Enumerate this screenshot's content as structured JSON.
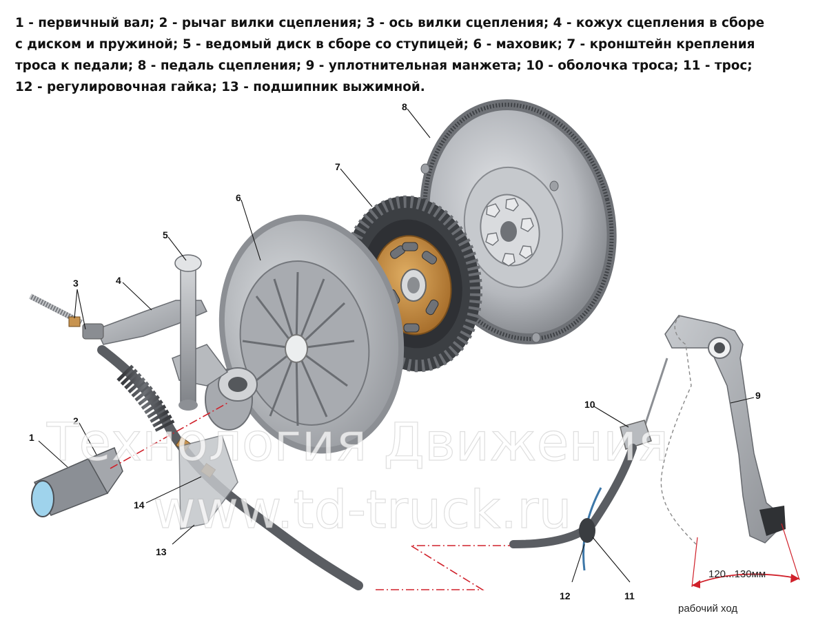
{
  "caption": {
    "lines": [
      "1 - первичный вал; 2 - рычаг вилки сцепления; 3 - ось вилки сцепления; 4 - кожух сцепления в сборе",
      "с диском и пружиной; 5 - ведомый диск в сборе со ступицей; 6 - маховик; 7 - кронштейн крепления",
      "троса к педали; 8 - педаль сцепления; 9 - уплотнительная манжета; 10 - оболочка троса; 11 - трос;",
      "12 - регулировочная гайка; 13 - подшипник выжимной."
    ]
  },
  "callouts": {
    "c1": "1",
    "c2": "2",
    "c3": "3",
    "c4": "4",
    "c5": "5",
    "c6": "6",
    "c7": "7",
    "c8": "8",
    "c9": "9",
    "c10": "10",
    "c11": "11",
    "c12": "12",
    "c13": "13",
    "c14": "14"
  },
  "dimension": {
    "range": "120...130мм",
    "label": "рабочий ход"
  },
  "watermark": {
    "line1": "Технология Движения",
    "line2": "www.td-truck.ru"
  },
  "colors": {
    "metal": "#b9bcc0",
    "metal_dark": "#7d8085",
    "friction": "#4a4d52",
    "hub": "#c9914a",
    "dimension": "#d0202a"
  }
}
